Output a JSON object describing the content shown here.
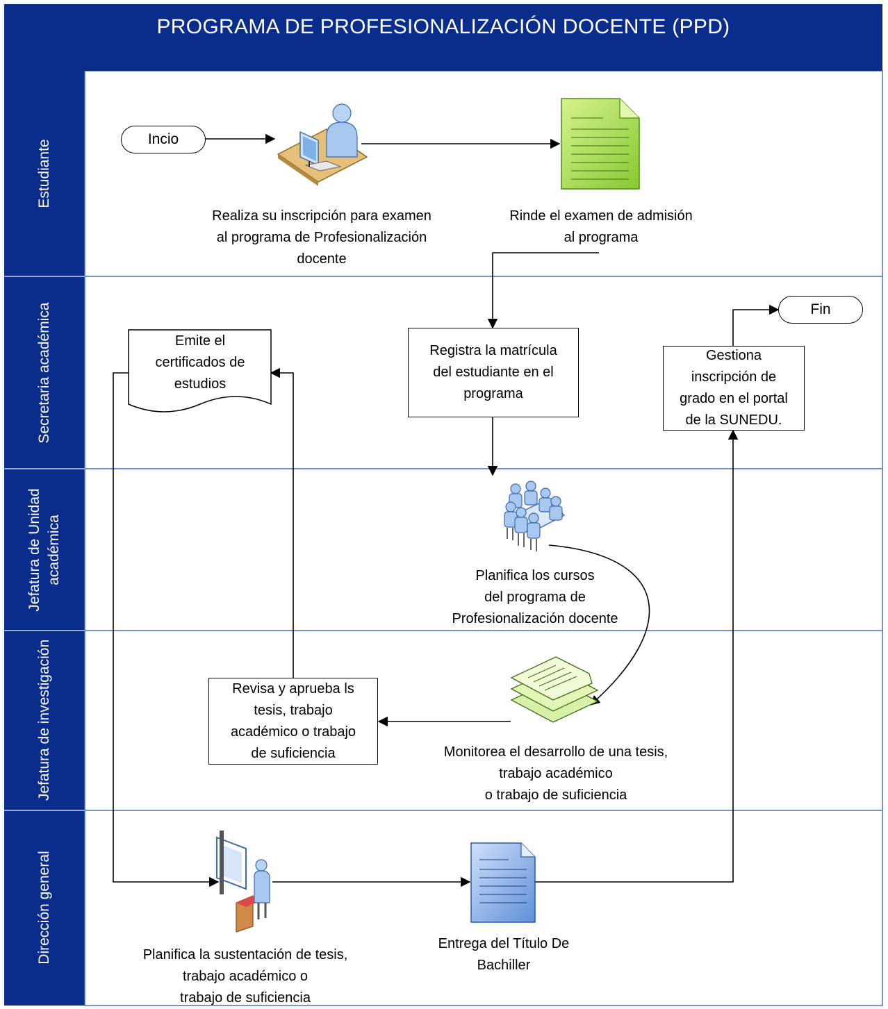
{
  "title": "PROGRAMA DE PROFESIONALIZACIÓN DOCENTE (PPD)",
  "lanes": [
    {
      "label": "Estudiante"
    },
    {
      "label": "Secretaria académica"
    },
    {
      "label": "Jefatura de Unidad académica"
    },
    {
      "label": "Jefatura de investigación"
    },
    {
      "label": "Dirección general"
    }
  ],
  "nodes": {
    "inicio": "Incio",
    "fin": "Fin",
    "inscripcion": [
      "Realiza su inscripción para examen",
      "al programa de Profesionalización",
      "docente"
    ],
    "examen": [
      "Rinde el examen de admisión",
      "al programa"
    ],
    "matricula": [
      "Registra la matrícula",
      "del estudiante en el",
      "programa"
    ],
    "certificados": [
      "Emite el",
      "certificados de",
      "estudios"
    ],
    "sunedu": [
      "Gestiona",
      "inscripción de",
      "grado en el portal",
      "de la SUNEDU."
    ],
    "planifica_cursos": [
      "Planifica los cursos",
      "del programa de",
      "Profesionalización docente"
    ],
    "monitorea": [
      "Monitorea el desarrollo de una tesis,",
      "trabajo académico",
      "o trabajo de suficiencia"
    ],
    "revisa": [
      "Revisa y aprueba ls",
      "tesis, trabajo",
      "académico o trabajo",
      "de suficiencia"
    ],
    "sustentacion": [
      "Planifica la sustentación de tesis,",
      "trabajo académico o",
      "trabajo de suficiencia"
    ],
    "titulo": [
      "Entrega del Título De",
      "Bachiller"
    ]
  },
  "icons": {
    "inscripcion": "person-at-computer-icon",
    "examen": "green-document-icon",
    "planifica_cursos": "meeting-table-icon",
    "monitorea": "stacked-documents-icon",
    "sustentacion": "presenter-podium-icon",
    "titulo": "blue-document-icon"
  },
  "colors": {
    "lane_header": "#0a2d8c",
    "lane_divider": "#4a72b8"
  }
}
